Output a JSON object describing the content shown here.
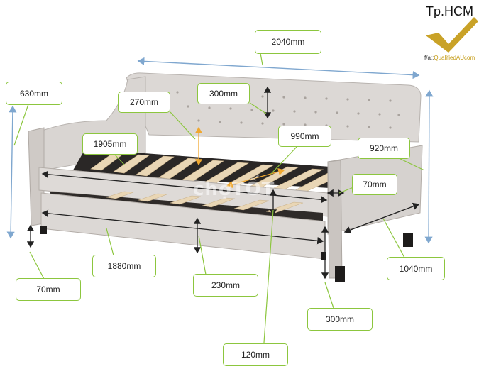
{
  "brand": {
    "title": "Tp.HCM",
    "sub_prefix": "f/a::",
    "sub_accent": "QualifiedAUcom",
    "check_color": "#c9a227"
  },
  "watermark": "chợTỐT",
  "colors": {
    "callout_border": "#8cc63e",
    "arrow": "#222222",
    "blue_arrow": "#7fa7cf",
    "orange_arrow": "#f0a830",
    "fabric": "#d9d5d2",
    "fabric_shadow": "#b8b3af",
    "slat": "#e9d6b5"
  },
  "labels": {
    "w2040": "2040mm",
    "h630": "630mm",
    "h270": "270mm",
    "h300_back": "300mm",
    "l1905": "1905mm",
    "w990": "990mm",
    "d920": "920mm",
    "arm70": "70mm",
    "l1880": "1880mm",
    "h230": "230mm",
    "leg70": "70mm",
    "d1040": "1040mm",
    "h300_trundle": "300mm",
    "h120": "120mm"
  }
}
